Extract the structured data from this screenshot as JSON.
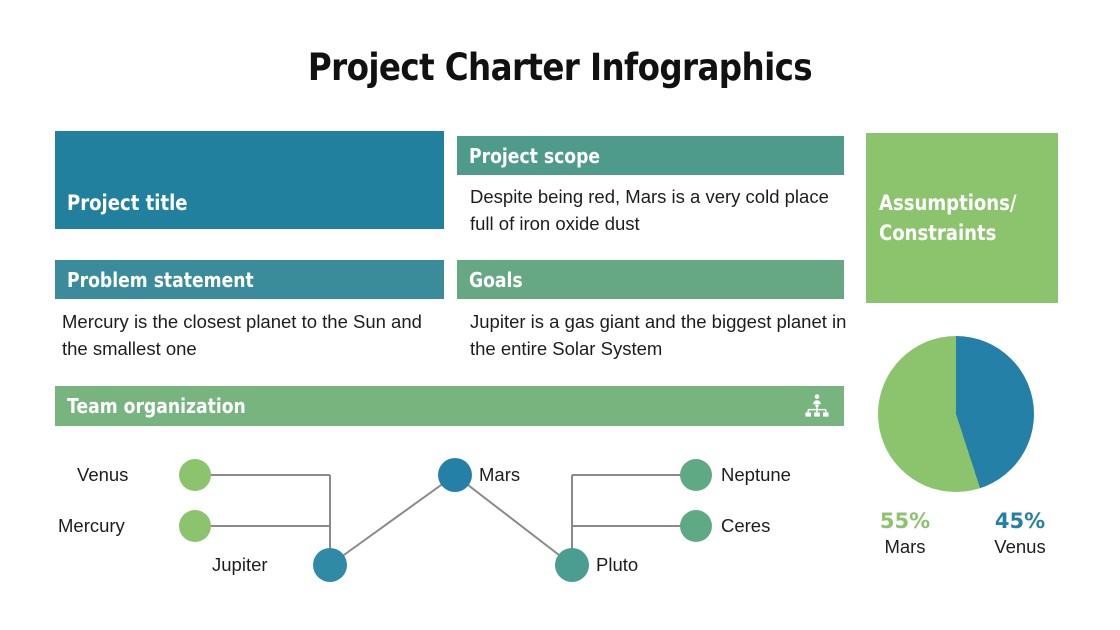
{
  "slide": {
    "title": "Project Charter Infographics",
    "background": "#ffffff"
  },
  "panels": {
    "project_title": {
      "label": "Project title",
      "color": "#21809E"
    },
    "problem_statement": {
      "label": "Problem statement",
      "color": "#3B8C9B",
      "body": "Mercury is the closest planet to the Sun and the smallest one"
    },
    "project_scope": {
      "label": "Project scope",
      "color": "#4F9B8B",
      "body": "Despite being red, Mars is a very cold place full of iron oxide dust"
    },
    "goals": {
      "label": "Goals",
      "color": "#66A884",
      "body": "Jupiter is a gas giant and the biggest planet in the entire Solar System"
    },
    "assumptions": {
      "label_line1": "Assumptions/",
      "label_line2": "Constraints",
      "color": "#8CC46E"
    },
    "team_organization": {
      "label": "Team organization",
      "color": "#77B47E",
      "icon": "org-chart-icon"
    }
  },
  "org_chart": {
    "nodes": [
      {
        "name": "Venus",
        "color": "#8CC46E",
        "label_side": "left"
      },
      {
        "name": "Mercury",
        "color": "#8CC46E",
        "label_side": "left"
      },
      {
        "name": "Jupiter",
        "color": "#2F8AA5",
        "label_side": "left"
      },
      {
        "name": "Mars",
        "color": "#2580A8",
        "label_side": "right"
      },
      {
        "name": "Pluto",
        "color": "#4A9D90",
        "label_side": "right"
      },
      {
        "name": "Neptune",
        "color": "#5FAA85",
        "label_side": "right"
      },
      {
        "name": "Ceres",
        "color": "#5FAA85",
        "label_side": "right"
      }
    ],
    "connector_color": "#8a8a8a"
  },
  "chart_data": {
    "type": "pie",
    "title": "",
    "categories": [
      "Mars",
      "Venus"
    ],
    "values": [
      55,
      45
    ],
    "labels": [
      "55%",
      "45%"
    ],
    "colors": [
      "#8CC46E",
      "#2580A8"
    ],
    "legend_position": "bottom",
    "start_angle_deg": 0,
    "direction": "counterclockwise"
  }
}
